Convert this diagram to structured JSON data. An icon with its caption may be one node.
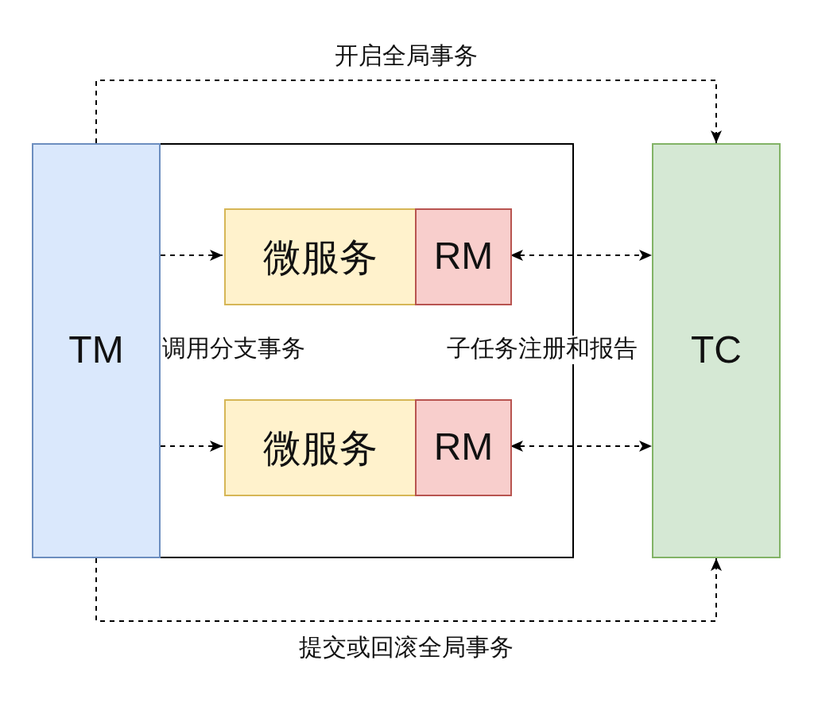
{
  "diagram": {
    "nodes": [
      {
        "text": [
          "TM"
        ]
      },
      {
        "text": [],
        "shape": "box"
      },
      {
        "text": [
          "微服务"
        ],
        "in": 1
      },
      {
        "text": [
          "RM"
        ],
        "in": 1
      },
      {
        "text": [
          "微服务"
        ],
        "in": 1
      },
      {
        "text": [
          "RM"
        ],
        "in": 1
      },
      {
        "text": [
          "TC"
        ]
      }
    ],
    "edges": [
      {
        "from": 0,
        "to": 6,
        "arrow": "to",
        "label": "开启全局事务",
        "style": "dashed"
      },
      {
        "from": 0,
        "to": 2,
        "arrow": "to",
        "style": "dashed"
      },
      {
        "from": 3,
        "to": 6,
        "arrow": "both",
        "style": "dashed"
      },
      {
        "from": 0,
        "to": 4,
        "arrow": "to",
        "style": "dashed"
      },
      {
        "from": 5,
        "to": 6,
        "arrow": "both",
        "style": "dashed"
      },
      {
        "from": 0,
        "to": 6,
        "arrow": "to",
        "label": "提交或回滚全局事务",
        "style": "dashed"
      }
    ],
    "labels": [
      "调用分支事务",
      "子任务注册和报告"
    ]
  }
}
